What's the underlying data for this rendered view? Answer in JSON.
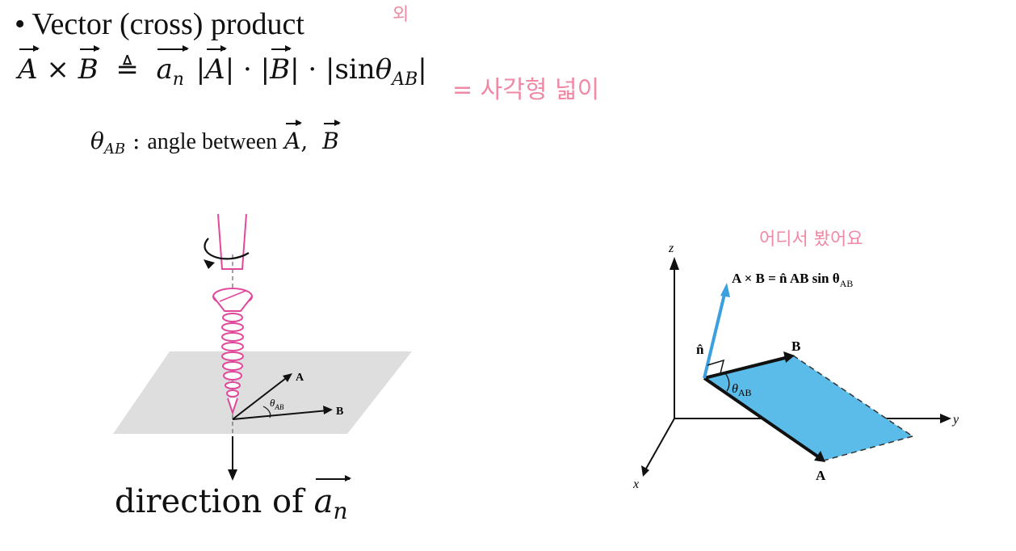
{
  "heading": {
    "bullet": "•",
    "text": "Vector (cross) product"
  },
  "formula": {
    "lhs_a": "A",
    "times": "×",
    "lhs_b": "B",
    "defeq": "≜",
    "unit": "a",
    "unit_sub": "n",
    "abs_a": "A",
    "dot1": "·",
    "abs_b": "B",
    "dot2": "·",
    "sin": "sin",
    "theta": "θ",
    "theta_sub": "AB"
  },
  "annotations": {
    "handwritten_1": "= 사각형 넓이",
    "handwritten_2": "어디서 봤어요",
    "handwritten_3": "외"
  },
  "angle_note": {
    "theta": "θ",
    "theta_sub": "AB",
    "colon": ":",
    "text": "angle between",
    "vec_a": "A",
    "comma": ",",
    "vec_b": "B"
  },
  "left_figure": {
    "label_a": "A",
    "label_b": "B",
    "label_theta": "θ",
    "label_theta_sub": "AB",
    "caption_text": "direction of",
    "caption_vec": "a",
    "caption_sub": "n"
  },
  "right_figure": {
    "axis_x": "x",
    "axis_y": "y",
    "axis_z": "z",
    "equation": "A × B = n̂ AB sin θ",
    "equation_sub": "AB",
    "label_n": "n̂",
    "label_a": "A",
    "label_b": "B",
    "label_theta": "θ",
    "label_theta_sub": "AB"
  },
  "colors": {
    "pink_annotation": "#f08aa4",
    "screw_pink": "#e0489c",
    "plane_gray": "#dedede",
    "parallelogram_blue": "#5bbcea",
    "normal_blue": "#3aa0e0"
  }
}
